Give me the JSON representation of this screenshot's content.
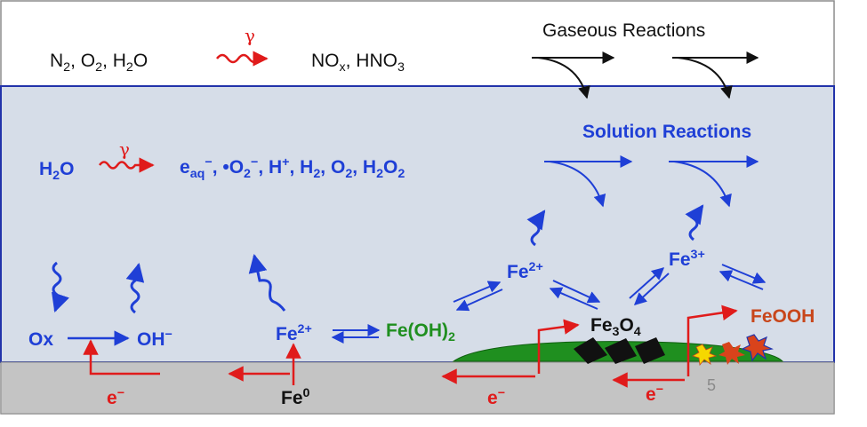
{
  "gas": {
    "reactants": [
      "N",
      "2",
      ",  O",
      "2",
      ",  H",
      "2",
      "O"
    ],
    "gamma": "γ",
    "products": [
      "NO",
      "x",
      ",  HNO",
      "3"
    ],
    "title": "Gaseous Reactions"
  },
  "solution": {
    "title": "Solution Reactions",
    "water": [
      "H",
      "2",
      "O"
    ],
    "gamma": "γ",
    "radiolysis_products": "e_aq⁻, •O2⁻, H⁺, H2, O2, H2O2",
    "rp": {
      "e": "e",
      "aq": "aq",
      "minus": "−",
      "dot": ", •O",
      "o2sub": "2",
      "o2sup": "−",
      "h": ", H",
      "hsup": "+",
      "h2": ", H",
      "h2sub": "2",
      "o2": ", O",
      "o2bsub": "2",
      "h2o2a": ", H",
      "h2o2s1": "2",
      "h2o2b": "O",
      "h2o2s2": "2"
    }
  },
  "species": {
    "ox": "Ox",
    "oh": "OH",
    "oh_sup": "−",
    "fe2_left": "Fe",
    "fe2_left_sup": "2+",
    "feoh2": "Fe(OH)",
    "feoh2_sub": "2",
    "fe2_mid": "Fe",
    "fe2_mid_sup": "2+",
    "fe3": "Fe",
    "fe3_sup": "3+",
    "fe3o4": [
      "Fe",
      "3",
      "O",
      "4"
    ],
    "feooh": "FeOOH",
    "fe0": "Fe",
    "fe0_sup": "0",
    "electron": "e",
    "electron_sup": "−"
  },
  "page_number": "5",
  "colors": {
    "solution_blue": "#1f3fd6",
    "electron_red": "#e01b1b",
    "hydroxide_green": "#1f8f1f",
    "oxyhydroxide_orange": "#c8461b",
    "solution_fill": "#d6dde8",
    "metal_gray": "#c4c4c4"
  }
}
